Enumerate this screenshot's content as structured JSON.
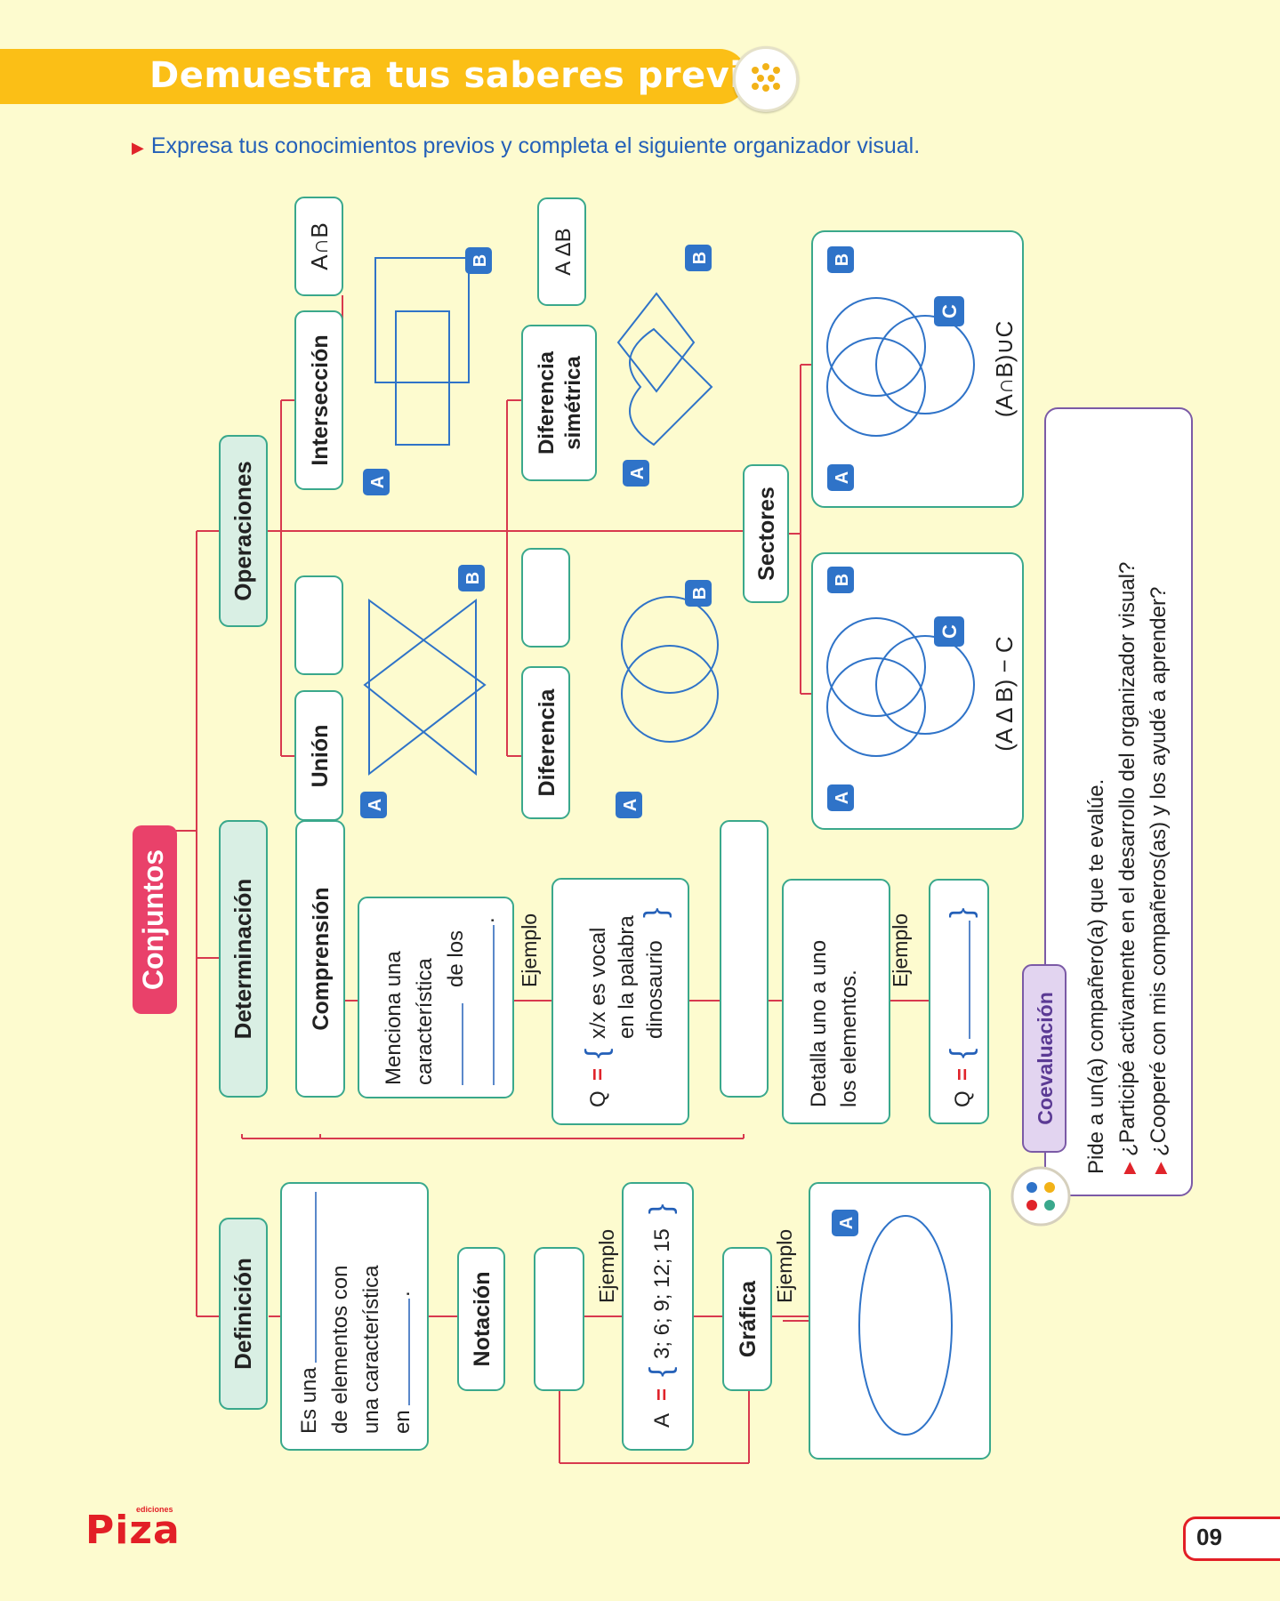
{
  "header": {
    "title": "Demuestra tus saberes previos",
    "icon": "atom-cluster-icon"
  },
  "instruction": "Expresa tus conocimientos previos y completa el siguiente organizador visual.",
  "map": {
    "root": "Conjuntos",
    "definicion": {
      "title": "Definición",
      "text_lines": [
        "Es una",
        "de elementos con",
        "una característica",
        "en"
      ],
      "notacion": "Notación",
      "notacion_example_label": "Ejemplo",
      "notacion_example_lhs": "A",
      "notacion_example_eq": "=",
      "notacion_example_set": "3; 6; 9; 12; 15",
      "grafica": "Gráfica",
      "grafica_example_label": "Ejemplo",
      "grafica_set_label": "A"
    },
    "determinacion": {
      "title": "Determinación",
      "comprension": "Comprensión",
      "comprension_text": [
        "Menciona una",
        "característica",
        "de los"
      ],
      "comprension_example_label": "Ejemplo",
      "comprension_example_lhs": "Q",
      "comprension_example_eq": "=",
      "comprension_example_lines": [
        "x/x es vocal",
        "en la palabra",
        "dinosaurio"
      ],
      "extension_text": [
        "Detalla uno a uno",
        "los elementos."
      ],
      "extension_example_label": "Ejemplo",
      "extension_example_lhs": "Q",
      "extension_example_eq": "="
    },
    "operaciones": {
      "title": "Operaciones",
      "union": "Unión",
      "interseccion": "Intersección",
      "interseccion_symbol": "A∩B",
      "diferencia": "Diferencia",
      "diferencia_simetrica": [
        "Diferencia",
        "simétrica"
      ],
      "dif_sim_symbol": "A ΔB",
      "sectores": "Sectores",
      "sector1_expr": "(A Δ B) − C",
      "sector2_expr": "(A∩B)∪C",
      "label_a": "A",
      "label_b": "B",
      "label_c": "C"
    }
  },
  "coevaluacion": {
    "title": "Coevaluación",
    "items": [
      "Pide a un(a) compañero(a) que te evalúe.",
      "¿Participé activamente en el desarrollo del organizador visual?",
      "¿Cooperé con mis compañeros(as) y los ayudé a aprender?"
    ]
  },
  "footer": {
    "brand": "Piza",
    "brand_small": "ediciones",
    "page": "09"
  },
  "colors": {
    "banner": "#fbbf16",
    "line": "#d8394e",
    "accent_red": "#e0242b",
    "label_blue": "#2f73c8",
    "node_fill": "#d9efe4",
    "node_border": "#3aa88c",
    "root": "#e9416a",
    "coev_border": "#7b5aa6"
  }
}
